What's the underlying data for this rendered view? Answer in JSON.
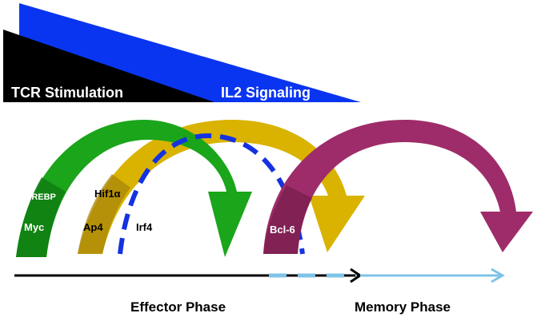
{
  "wedges": {
    "tcr": {
      "label": "TCR Stimulation",
      "color": "#000000"
    },
    "il2": {
      "label": "IL2 Signaling",
      "color": "#0a35f0"
    }
  },
  "arcs": {
    "green": {
      "color": "#1aa51a",
      "dark": "#0e7a12"
    },
    "gold": {
      "color": "#d9b300",
      "dark": "#a8860c"
    },
    "maroon": {
      "color": "#9e2c6a",
      "dark": "#7a1f4f"
    },
    "dashed": {
      "color": "#1432e0"
    }
  },
  "factors": {
    "srebp": "SREBP",
    "myc": "Myc",
    "hif1a": "Hif1α",
    "ap4": "Ap4",
    "irf4": "Irf4",
    "bcl6": "Bcl-6"
  },
  "timeline": {
    "effector_color": "#000000",
    "memory_color": "#7ec3e6"
  },
  "phases": {
    "effector": "Effector Phase",
    "memory": "Memory Phase"
  }
}
